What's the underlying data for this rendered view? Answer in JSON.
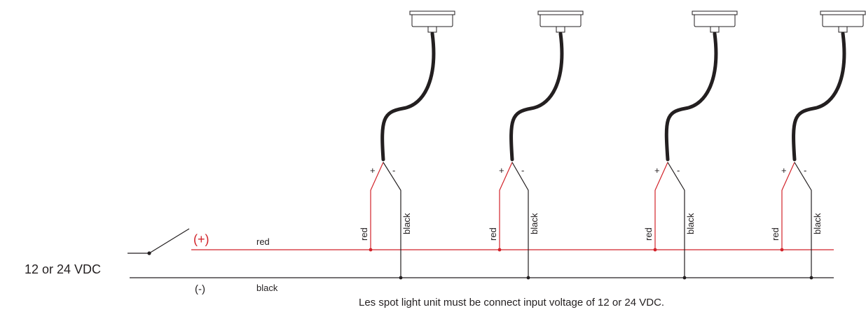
{
  "supply_label": "12 or 24 VDC",
  "positive_label": "(+)",
  "negative_label": "(-)",
  "positive_wire_label": "red",
  "negative_wire_label": "black",
  "note": "Les spot light unit must be connect input voltage of 12 or 24 VDC.",
  "colors": {
    "positive": "#d2232a",
    "negative": "#231f20"
  },
  "units": [
    {
      "plus": "+",
      "minus": "-",
      "red_label": "red",
      "black_label": "black"
    },
    {
      "plus": "+",
      "minus": "-",
      "red_label": "red",
      "black_label": "black"
    },
    {
      "plus": "+",
      "minus": "-",
      "red_label": "red",
      "black_label": "black"
    },
    {
      "plus": "+",
      "minus": "-",
      "red_label": "red",
      "black_label": "black"
    }
  ]
}
